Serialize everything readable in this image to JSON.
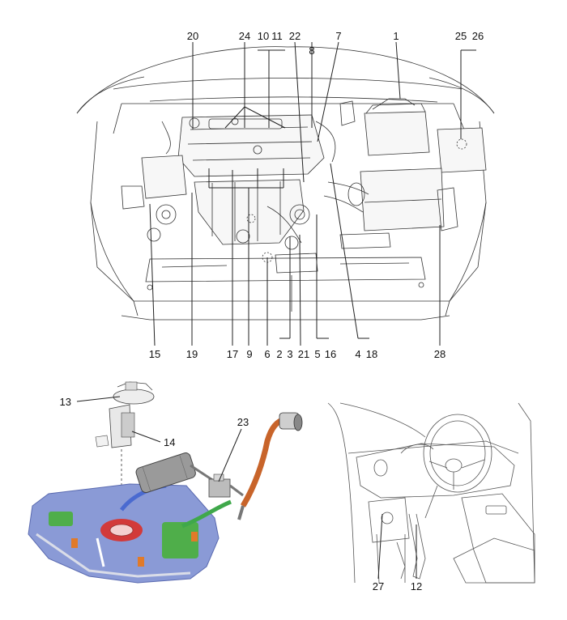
{
  "labels": {
    "l1": "1",
    "l2": "2",
    "l3": "3",
    "l4": "4",
    "l5": "5",
    "l6": "6",
    "l7": "7",
    "l8": "8",
    "l9": "9",
    "l10": "10",
    "l11": "11",
    "l12": "12",
    "l13": "13",
    "l14": "14",
    "l15": "15",
    "l16": "16",
    "l17": "17",
    "l18": "18",
    "l19": "19",
    "l20": "20",
    "l21": "21",
    "l22": "22",
    "l23": "23",
    "l24": "24",
    "l25": "25",
    "l26": "26",
    "l27": "27",
    "l28": "28"
  },
  "colors": {
    "tank_body": "#8a9ad6",
    "tank_edge": "#5a6ab0",
    "tank_green": "#4fae4a",
    "tank_orange": "#e07a2a",
    "pump_red": "#d23a3a",
    "canister": "#9a9a9a",
    "hose_orange": "#c8642a",
    "hose_green": "#3fa84a",
    "hose_blue": "#4a6ad0"
  }
}
